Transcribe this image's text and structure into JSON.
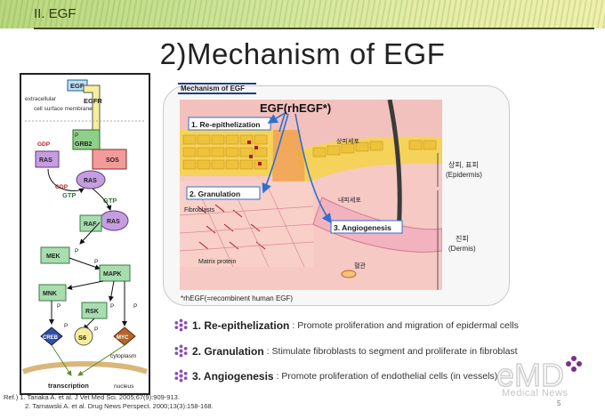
{
  "header": {
    "section_label": "II. EGF"
  },
  "slide": {
    "title": "2)Mechanism of EGF"
  },
  "pathway": {
    "labels": {
      "egf": "EGF",
      "egfr": "EGFR",
      "extracellular": "extracellular",
      "cell_surface_membrane": "cell surface membrane",
      "gdp_top": "GDP",
      "p_egfr": "P",
      "grb2": "GRB2",
      "ras_left": "RAS",
      "sos": "SOS",
      "ras_center": "RAS",
      "gdp_bottom": "GDP",
      "gtp_left": "GTP",
      "gtp_right": "GTP",
      "ras_right": "RAS",
      "raf": "RAF",
      "mek": "MEK",
      "p_mek": "P",
      "mapk": "MAPK",
      "p_mapk": "P",
      "mnk": "MNK",
      "rsk": "RSK",
      "p_mnk": "P",
      "p_rsk": "P",
      "p_mapk2": "P",
      "creb": "CREB",
      "s6": "S6",
      "myc": "MYC",
      "p_creb": "P",
      "p_s6": "P",
      "cytoplasm": "cytoplasm",
      "transcription": "transcription",
      "nucleus": "nucleus"
    }
  },
  "mechanism": {
    "figure_title": "Mechanism of EGF",
    "egf_label": "EGF(rhEGF*)",
    "box1": "1. Re-epithelization",
    "box2": "2. Granulation",
    "box3": "3. Angiogenesis",
    "korean_epi_cells": "상피세포",
    "korean_inner_cells": "내피세포",
    "korean_vessel": "혈관",
    "fibroblasts": "Fibroblasts",
    "matrix_protein": "Matrix protein",
    "epidermis_ko": "상피, 표피",
    "epidermis_en": "(Epidermis)",
    "dermis_ko": "진피",
    "dermis_en": "(Dermis)",
    "footnote": "*rhEGF(=recombinent human EGF)"
  },
  "bullets": [
    {
      "head": "1. Re-epithelization",
      "body": ": Promote proliferation and migration of epidermal cells"
    },
    {
      "head": "2. Granulation",
      "body": ": Stimulate  fibroblasts to segment and proliferate in fibroblast"
    },
    {
      "head": "3. Angiogenesis",
      "body": ": Promote proliferation of endothelial cells (in vessels)"
    }
  ],
  "references": {
    "line1": "Ref.) 1. Tanaka A. et al. J Vet Med Sci. 2005;67(9):909-913.",
    "line2": "2. Tarnawski A. et al. Drug News Perspect. 2000;13(3):158-168."
  },
  "page_number": "5",
  "watermark": {
    "logo": "eMD",
    "subtitle": "Medical News"
  },
  "colors": {
    "header_green": "#c6df8e",
    "accent_blue": "#1f3b8c",
    "ras_purple": "#a874c8",
    "bullet_purple": "#8a4fb6",
    "skin_pink": "#f4b9b9",
    "epidermis_yellow": "#f5d35a"
  },
  "icons": {
    "bullet": "purple-snowflake-icon"
  }
}
